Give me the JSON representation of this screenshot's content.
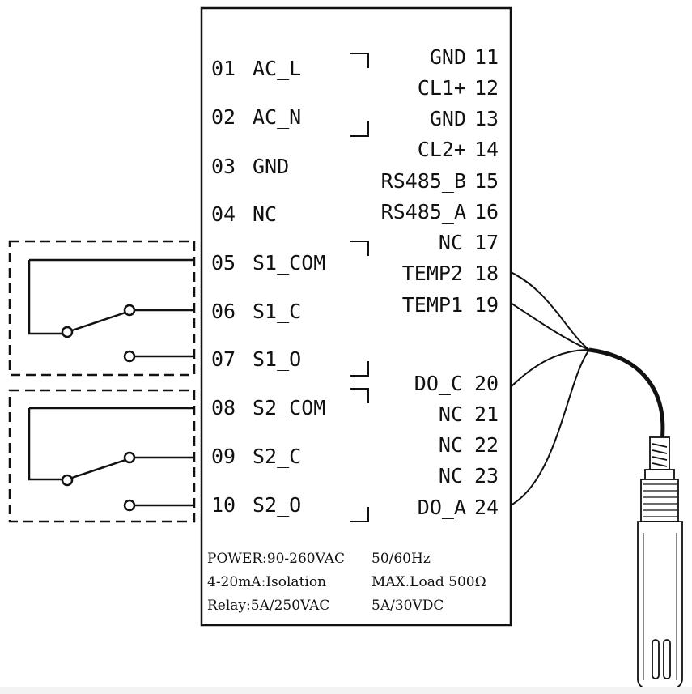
{
  "left_terminals": [
    {
      "num": "01",
      "label": "AC_L"
    },
    {
      "num": "02",
      "label": "AC_N"
    },
    {
      "num": "03",
      "label": "GND"
    },
    {
      "num": "04",
      "label": "NC"
    },
    {
      "num": "05",
      "label": "S1_COM"
    },
    {
      "num": "06",
      "label": "S1_C"
    },
    {
      "num": "07",
      "label": "S1_O"
    },
    {
      "num": "08",
      "label": "S2_COM"
    },
    {
      "num": "09",
      "label": "S2_C"
    },
    {
      "num": "10",
      "label": "S2_O"
    }
  ],
  "right_terminals": [
    {
      "label": "GND",
      "num": "11"
    },
    {
      "label": "CL1+",
      "num": "12"
    },
    {
      "label": "GND",
      "num": "13"
    },
    {
      "label": "CL2+",
      "num": "14"
    },
    {
      "label": "RS485_B",
      "num": "15"
    },
    {
      "label": "RS485_A",
      "num": "16"
    },
    {
      "label": "NC",
      "num": "17"
    },
    {
      "label": "TEMP2",
      "num": "18"
    },
    {
      "label": "TEMP1",
      "num": "19"
    },
    {
      "label": "DO_C",
      "num": "20"
    },
    {
      "label": "NC",
      "num": "21"
    },
    {
      "label": "NC",
      "num": "22"
    },
    {
      "label": "NC",
      "num": "23"
    },
    {
      "label": "DO_A",
      "num": "24"
    }
  ],
  "specs": {
    "power": "POWER:90-260VAC",
    "freq": "50/60Hz",
    "analog": "4-20mA:Isolation",
    "load": "MAX.Load 500Ω",
    "relay": "Relay:5A/250VAC",
    "relay_dc": "5A/30VDC"
  }
}
